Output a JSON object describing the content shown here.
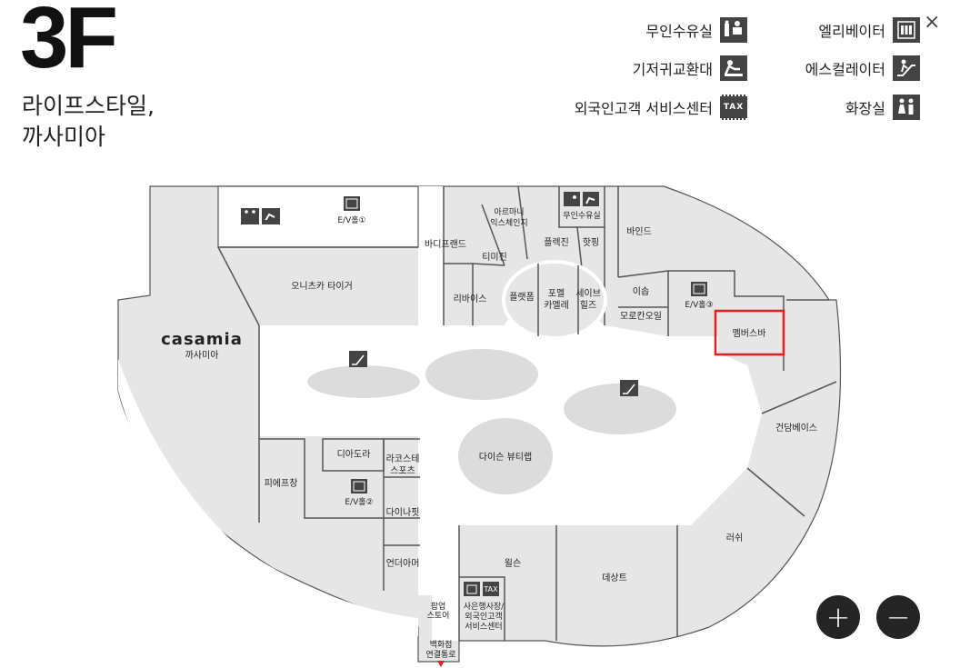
{
  "floor": {
    "number": "3F",
    "subtitle_line1": "라이프스타일,",
    "subtitle_line2": "까사미아"
  },
  "legend": [
    {
      "label": "무인수유실",
      "icon": "nursing-room-icon"
    },
    {
      "label": "엘리베이터",
      "icon": "elevator-icon"
    },
    {
      "label": "기저귀교환대",
      "icon": "diaper-changing-icon"
    },
    {
      "label": "에스컬레이터",
      "icon": "escalator-icon"
    },
    {
      "label": "외국인고객 서비스센터",
      "icon": "tax-icon",
      "icon_text": "TAX"
    },
    {
      "label": "화장실",
      "icon": "restroom-icon"
    }
  ],
  "map": {
    "stores": {
      "casamia_brand": "casamia",
      "casamia": "까사미아",
      "onitsuka": "오니츠카 타이거",
      "bodyfriend": "바디프랜드",
      "armani_1": "아르마니",
      "armani_2": "익스체인지",
      "timezin": "티미진",
      "flagjin": "플렉진",
      "hotping": "핫핑",
      "bind": "바인드",
      "ribaiseu": "리바이스",
      "flatpom": "플랫폼",
      "pomel_1": "포멜",
      "pomel_2": "카멜레",
      "seibu_1": "세이브",
      "seibu_2": "힐즈",
      "isom": "이솝",
      "morokan": "모로칸오일",
      "members": "멤버스바",
      "gundam": "건담베이스",
      "russ": "러쉬",
      "desant": "데상트",
      "wilson": "윌슨",
      "service_1": "사은행사장/",
      "service_2": "외국인고객",
      "service_3": "서비스센터",
      "popup_1": "팝업",
      "popup_2": "스토어",
      "dept_1": "백화점",
      "dept_2": "연결통로",
      "dyson": "다이슨 뷰티랩",
      "diadora": "디아도라",
      "lacoste_1": "라코스테",
      "lacoste_2": "스포츠",
      "dynafit": "다이나핏",
      "underarmour": "언더아머",
      "fiefchang": "피에프창",
      "nursing_room": "무인수유실",
      "ev1": "E/V홀①",
      "ev2": "E/V홀②",
      "ev3": "E/V홀③"
    }
  },
  "controls": {
    "zoom_in": "+",
    "zoom_out": "−",
    "close": "×"
  },
  "colors": {
    "highlight": "#e02020",
    "icon_bg": "#444444",
    "store_fill": "#e6e6e6",
    "button_bg": "#252525"
  }
}
